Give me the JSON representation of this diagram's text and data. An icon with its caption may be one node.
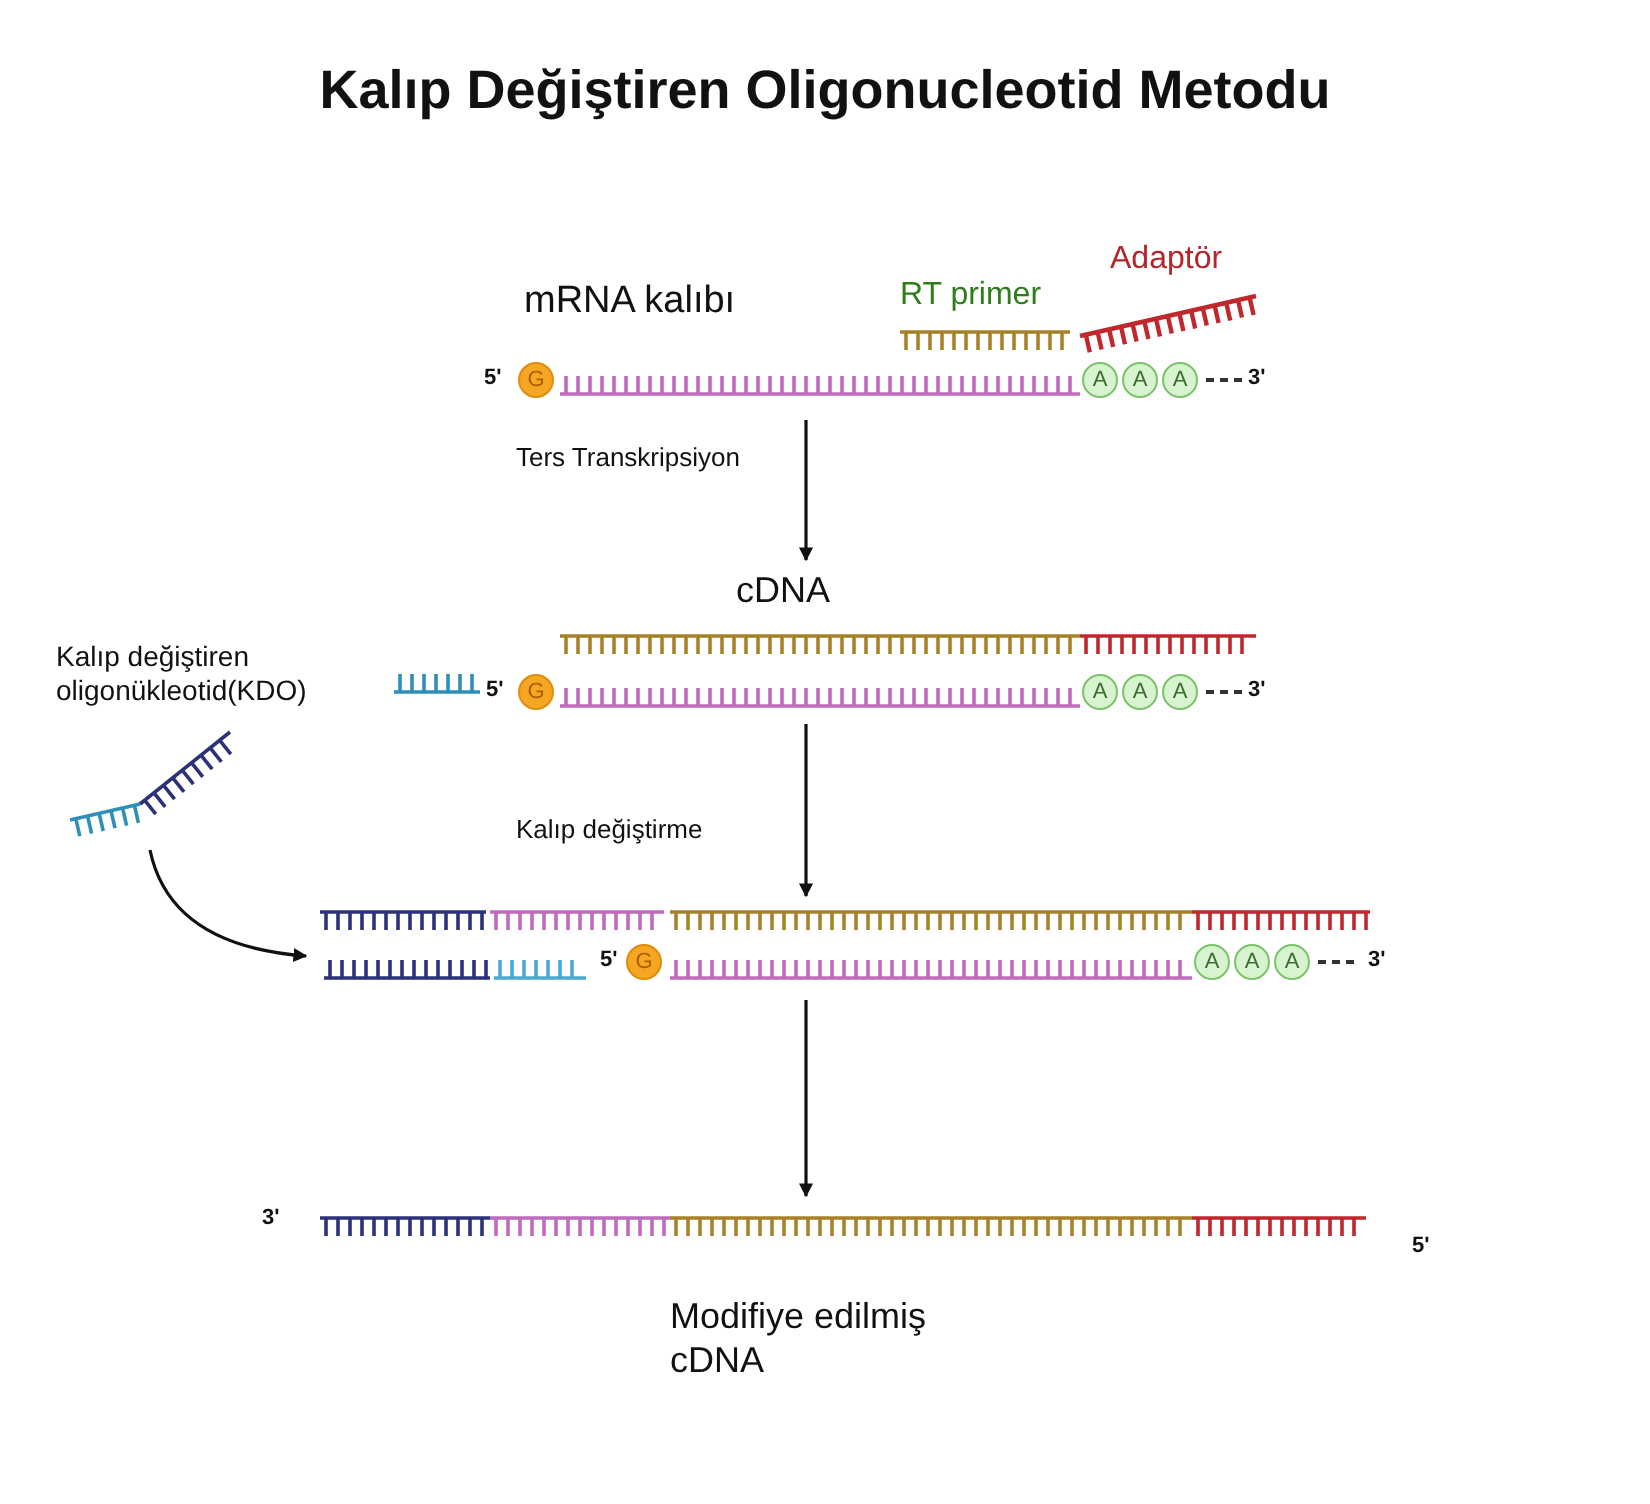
{
  "diagram": {
    "title": "Kalıp Değiştiren Oligonucleotid Metodu",
    "nodes": [
      {
        "text": [
          "mRNA kalıbı",
          "RT primer",
          "Adaptör",
          "5'",
          "G",
          "A",
          "A",
          "A",
          "3'"
        ]
      },
      {
        "text": [
          "cDNA",
          "5'",
          "G",
          "A",
          "A",
          "A",
          "3'"
        ]
      },
      {
        "text": [
          "Kalıp değiştiren oligonükleotid(KDO)"
        ]
      },
      {
        "text": [
          "5'",
          "G",
          "A",
          "A",
          "A",
          "3'"
        ]
      },
      {
        "text": [
          "3'",
          "5'",
          "Modifiye edilmiş cDNA"
        ]
      }
    ],
    "edges": [
      {
        "from": 0,
        "to": 1,
        "arrow": "to",
        "label": "Ters Transkripsiyon"
      },
      {
        "from": 1,
        "to": 3,
        "arrow": "to",
        "label": "Kalıp değiştirme"
      },
      {
        "from": 2,
        "to": 3,
        "arrow": "to"
      },
      {
        "from": 3,
        "to": 4,
        "arrow": "to"
      }
    ]
  }
}
